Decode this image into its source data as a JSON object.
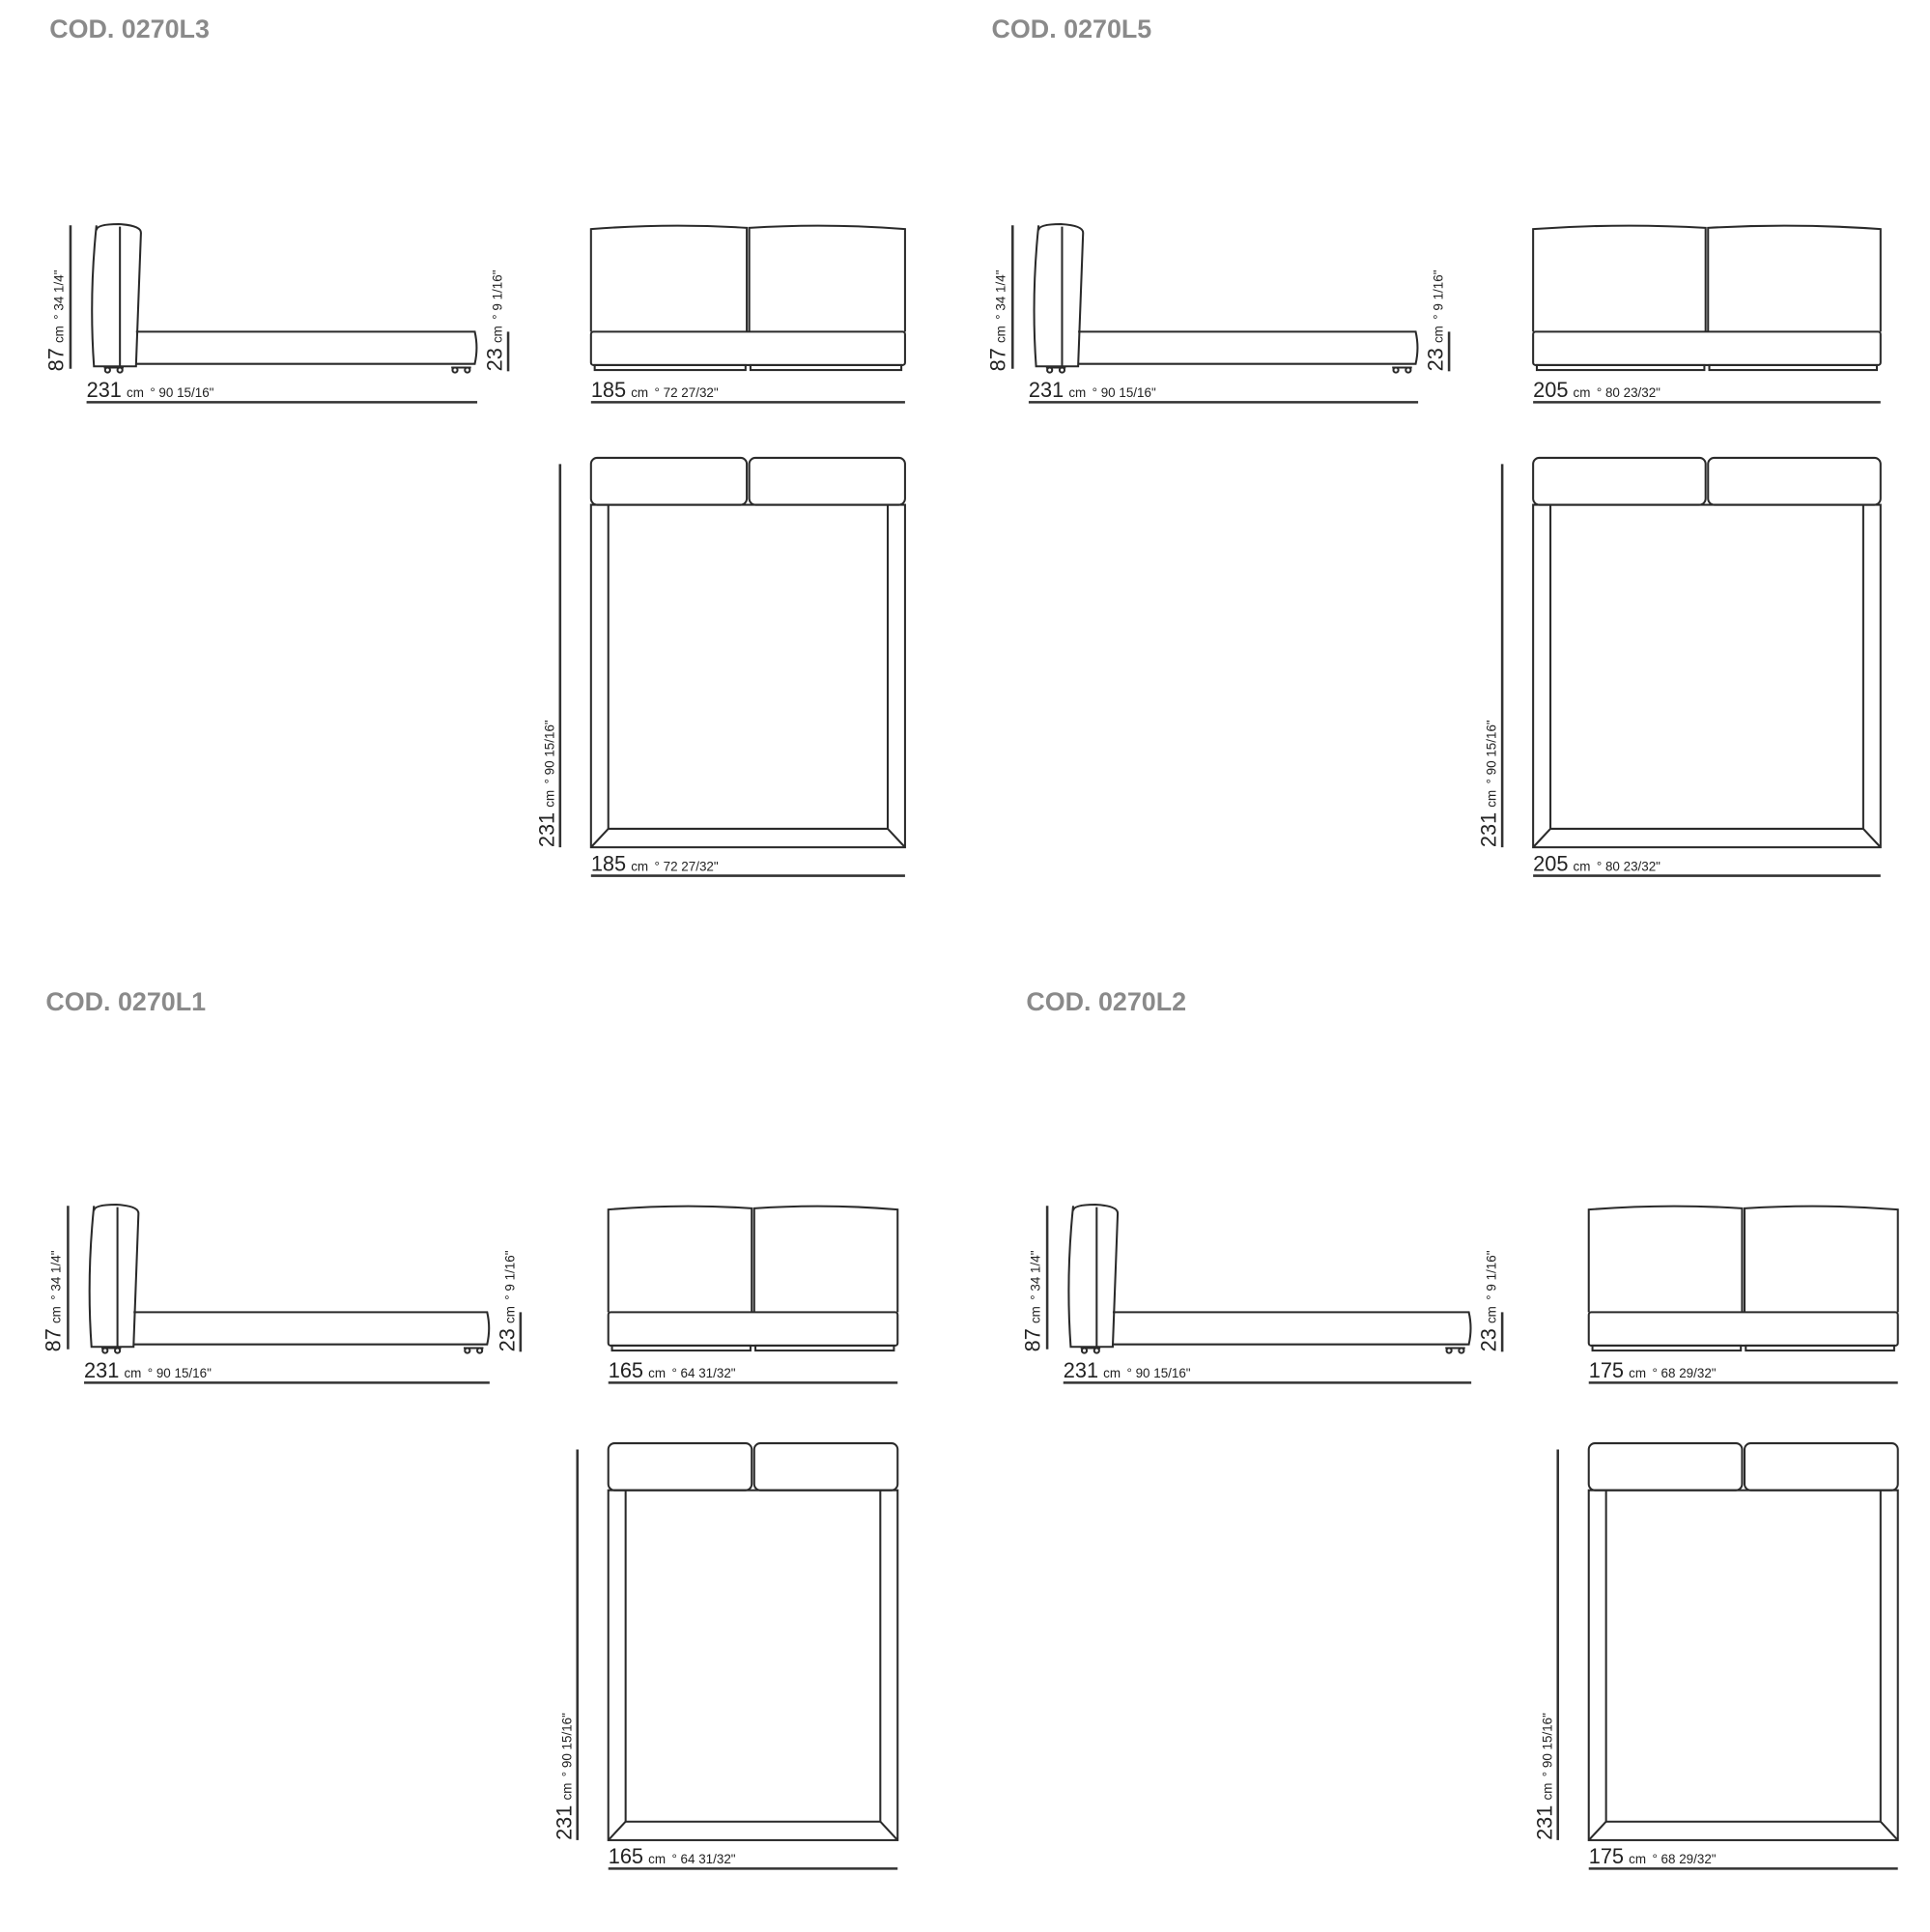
{
  "panels": [
    {
      "code": "COD. 0270L3",
      "height": {
        "num": "87",
        "unit": "cm",
        "inch": "° 34 1/4\""
      },
      "frame_height": {
        "num": "23",
        "unit": "cm",
        "inch": "° 9 1/16\""
      },
      "length": {
        "num": "231",
        "unit": "cm",
        "inch": "° 90 15/16\""
      },
      "width": {
        "num": "185",
        "unit": "cm",
        "inch": "° 72 27/32\""
      }
    },
    {
      "code": "COD. 0270L5",
      "height": {
        "num": "87",
        "unit": "cm",
        "inch": "° 34 1/4\""
      },
      "frame_height": {
        "num": "23",
        "unit": "cm",
        "inch": "° 9 1/16\""
      },
      "length": {
        "num": "231",
        "unit": "cm",
        "inch": "° 90 15/16\""
      },
      "width": {
        "num": "205",
        "unit": "cm",
        "inch": "° 80 23/32\""
      }
    },
    {
      "code": "COD. 0270L1",
      "height": {
        "num": "87",
        "unit": "cm",
        "inch": "° 34 1/4\""
      },
      "frame_height": {
        "num": "23",
        "unit": "cm",
        "inch": "° 9 1/16\""
      },
      "length": {
        "num": "231",
        "unit": "cm",
        "inch": "° 90 15/16\""
      },
      "width": {
        "num": "165",
        "unit": "cm",
        "inch": "° 64 31/32\""
      }
    },
    {
      "code": "COD. 0270L2",
      "height": {
        "num": "87",
        "unit": "cm",
        "inch": "° 34 1/4\""
      },
      "frame_height": {
        "num": "23",
        "unit": "cm",
        "inch": "° 9 1/16\""
      },
      "length": {
        "num": "231",
        "unit": "cm",
        "inch": "° 90 15/16\""
      },
      "width": {
        "num": "175",
        "unit": "cm",
        "inch": "° 68 29/32\""
      }
    }
  ]
}
